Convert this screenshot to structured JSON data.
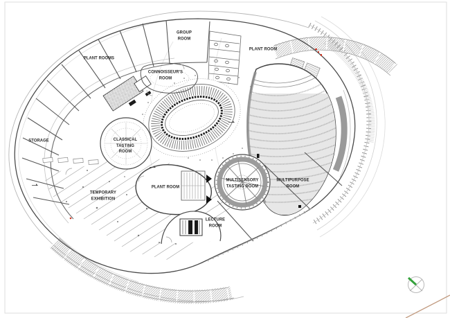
{
  "rooms": {
    "plant_rooms": {
      "label": "PLANT ROOMS"
    },
    "group_room": {
      "label": "GROUP\nROOM"
    },
    "plant_room_north": {
      "label": "PLANT ROOM"
    },
    "connoisseurs_room": {
      "label": "CONNOISSEUR'S\nROOM"
    },
    "storage": {
      "label": "STORAGE"
    },
    "classical_tasting_room": {
      "label": "CLASSICAL\nTASTING\nROOM"
    },
    "temporary_exhibition": {
      "label": "TEMPORARY\nEXHIBITION"
    },
    "plant_room_south": {
      "label": "PLANT ROOM"
    },
    "lecture_room": {
      "label": "LECTURE\nROOM"
    },
    "multisensory_tasting_room": {
      "label": "MULTISENSORY\nTASTING ROOM"
    },
    "multipurpose_room": {
      "label": "MULTIPURPOSE\nROOM"
    }
  },
  "colors": {
    "ink": "#3f3f3f",
    "medium_line": "#777777",
    "light_line": "#b5b5b5",
    "seating_fill": "#e7e7e7",
    "band_gray": "#9a9a9a",
    "marker_red": "#d03a28",
    "compass_green": "#35a13c",
    "site_line_tan": "#c29b80"
  }
}
